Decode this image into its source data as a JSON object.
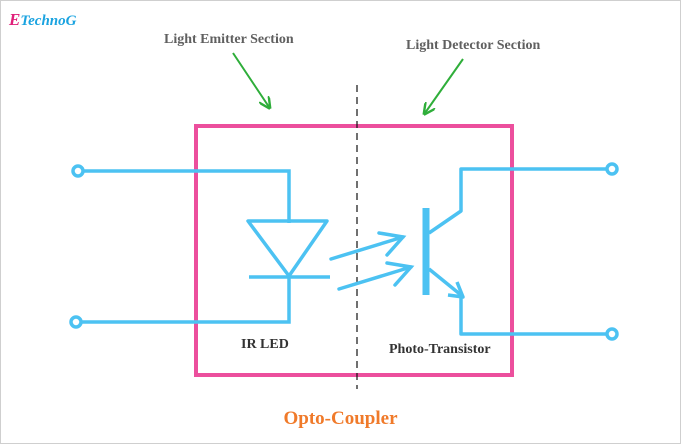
{
  "brand": {
    "first_letter": "E",
    "rest": "TechnoG"
  },
  "labels": {
    "emitter_section": "Light Emitter Section",
    "detector_section": "Light Detector Section",
    "ir_led": "IR LED",
    "photo_transistor": "Photo-Transistor"
  },
  "title": "Opto-Coupler",
  "colors": {
    "wire": "#4cc2f2",
    "enclosure": "#ec4f9d",
    "pointer_arrow": "#2fae3a",
    "title": "#f07a2a",
    "brand_e": "#e0207a",
    "brand_text": "#1aa3e0"
  }
}
